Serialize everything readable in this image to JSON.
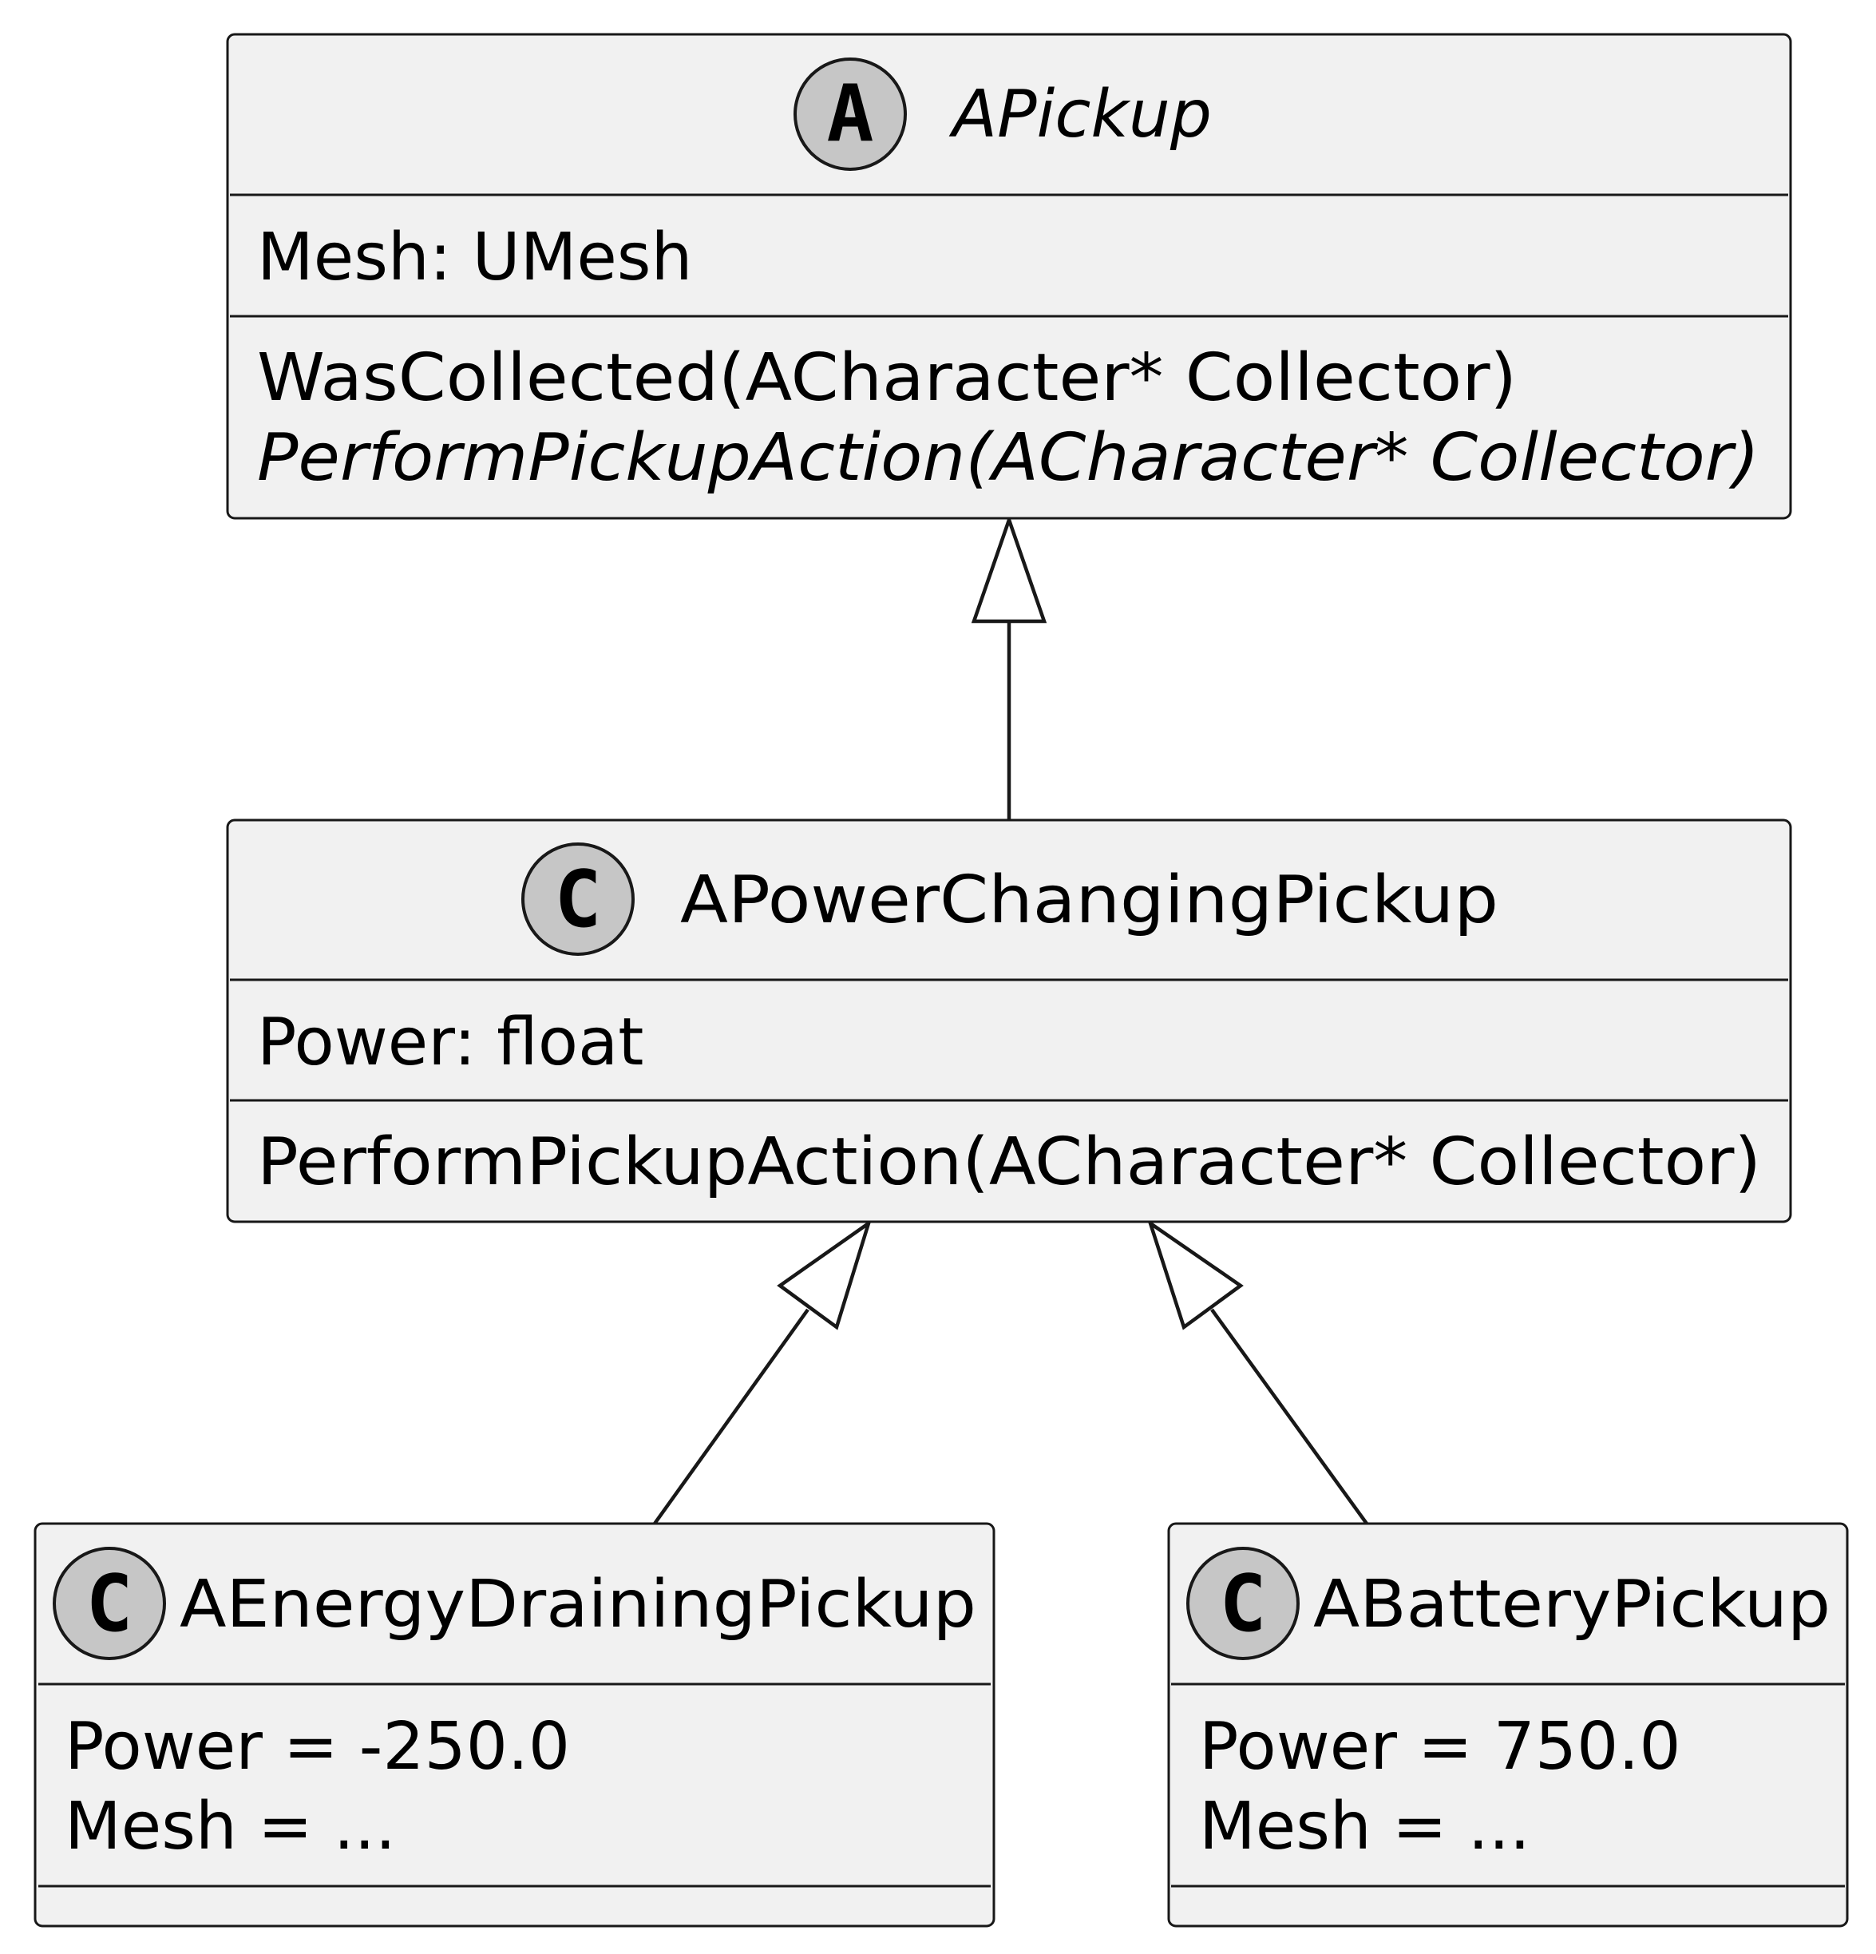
{
  "classes": {
    "apickup": {
      "stereotype_letter": "A",
      "name": "APickup",
      "abstract": true,
      "fields": [
        "Mesh: UMesh"
      ],
      "methods": [
        {
          "text": "WasCollected(ACharacter* Collector)",
          "abstract": false
        },
        {
          "text": "PerformPickupAction(ACharacter* Collector)",
          "abstract": true
        }
      ]
    },
    "apowerchanging": {
      "stereotype_letter": "C",
      "name": "APowerChangingPickup",
      "abstract": false,
      "fields": [
        "Power: float"
      ],
      "methods": [
        {
          "text": "PerformPickupAction(ACharacter* Collector)",
          "abstract": false
        }
      ]
    },
    "aenergydraining": {
      "stereotype_letter": "C",
      "name": "AEnergyDrainingPickup",
      "abstract": false,
      "fields": [
        "Power = -250.0",
        "Mesh = ..."
      ],
      "methods": []
    },
    "abattery": {
      "stereotype_letter": "C",
      "name": "ABatteryPickup",
      "abstract": false,
      "fields": [
        "Power = 750.0",
        "Mesh = ..."
      ],
      "methods": []
    }
  },
  "relations": [
    {
      "type": "inheritance",
      "from": "APowerChangingPickup",
      "to": "APickup"
    },
    {
      "type": "inheritance",
      "from": "AEnergyDrainingPickup",
      "to": "APowerChangingPickup"
    },
    {
      "type": "inheritance",
      "from": "ABatteryPickup",
      "to": "APowerChangingPickup"
    }
  ],
  "colors": {
    "box_fill": "#f1f1f1",
    "border": "#181818",
    "spot_fill": "#c6c6c6"
  }
}
